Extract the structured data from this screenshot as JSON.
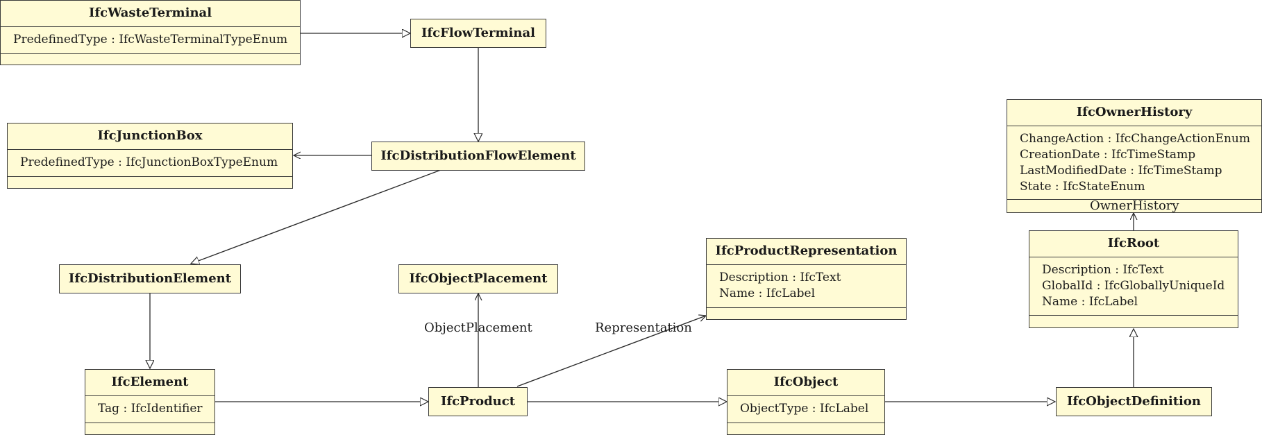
{
  "classes": {
    "waste_terminal": {
      "name": "IfcWasteTerminal",
      "attributes": [
        "PredefinedType : IfcWasteTerminalTypeEnum"
      ]
    },
    "flow_terminal": {
      "name": "IfcFlowTerminal"
    },
    "junction_box": {
      "name": "IfcJunctionBox",
      "attributes": [
        "PredefinedType : IfcJunctionBoxTypeEnum"
      ]
    },
    "distribution_flow_element": {
      "name": "IfcDistributionFlowElement"
    },
    "owner_history": {
      "name": "IfcOwnerHistory",
      "attributes": [
        "ChangeAction : IfcChangeActionEnum",
        "CreationDate : IfcTimeStamp",
        "LastModifiedDate : IfcTimeStamp",
        "State : IfcStateEnum"
      ]
    },
    "root": {
      "name": "IfcRoot",
      "attributes": [
        "Description : IfcText",
        "GlobalId : IfcGloballyUniqueId",
        "Name : IfcLabel"
      ]
    },
    "product_representation": {
      "name": "IfcProductRepresentation",
      "attributes": [
        "Description : IfcText",
        "Name : IfcLabel"
      ]
    },
    "distribution_element": {
      "name": "IfcDistributionElement"
    },
    "object_placement": {
      "name": "IfcObjectPlacement"
    },
    "element": {
      "name": "IfcElement",
      "attributes": [
        "Tag : IfcIdentifier"
      ]
    },
    "product": {
      "name": "IfcProduct"
    },
    "object": {
      "name": "IfcObject",
      "attributes": [
        "ObjectType : IfcLabel"
      ]
    },
    "object_definition": {
      "name": "IfcObjectDefinition"
    }
  },
  "associations": {
    "object_placement_label": "ObjectPlacement",
    "representation_label": "Representation",
    "owner_history_label": "OwnerHistory"
  }
}
